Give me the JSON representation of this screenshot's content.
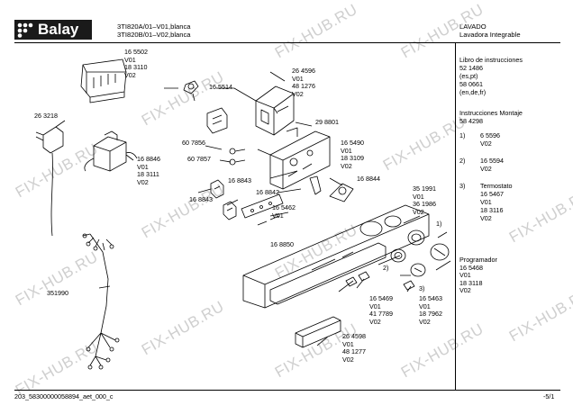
{
  "header": {
    "brand": "Balay",
    "models": [
      "3TI820A/01–V01,blanca",
      "3TI820B/01–V02,blanca"
    ],
    "category": [
      "LAVADO",
      "Lavadora Integrable"
    ]
  },
  "watermark": "FIX-HUB.RU",
  "sidebar": [
    {
      "title": "Libro de instrucciones",
      "lines": [
        "52 1486",
        "(es,pt)",
        "58 0661",
        "(en,de,fr)"
      ]
    },
    {
      "title": "Instrucciones Montaje",
      "lines": [
        "58 4298"
      ]
    },
    {
      "title": "1)",
      "lines": [
        "6 5596",
        "V02"
      ]
    },
    {
      "title": "2)",
      "lines": [
        "16 5594",
        "V02"
      ]
    },
    {
      "title": "3)",
      "lines": [
        "Termostato",
        "16 5467",
        "V01",
        "18 3116",
        "V02"
      ]
    }
  ],
  "programador": [
    "Programador",
    "16 5468",
    "V01",
    "18 3118",
    "V02"
  ],
  "callouts": {
    "c1": [
      "16 5502",
      "V01",
      "18 3110",
      "V02"
    ],
    "c2": [
      "26 4596",
      "V01",
      "48 1276",
      "V02"
    ],
    "c3": [
      "16 5514"
    ],
    "c4": [
      "26 3218"
    ],
    "c5": [
      "29 8801"
    ],
    "c6": [
      "60 7856"
    ],
    "c7": [
      "60 7857"
    ],
    "c8": [
      "16 8846",
      "V01",
      "18 3111",
      "V02"
    ],
    "c9": [
      "16 5490",
      "V01",
      "18 3109",
      "V02"
    ],
    "c10": [
      "16 8843"
    ],
    "c11": [
      "16 8842"
    ],
    "c12": [
      "16 8844"
    ],
    "c13": [
      "16 8843"
    ],
    "c14": [
      "16 5462",
      "V01"
    ],
    "c15": [
      "16 8850"
    ],
    "c16": [
      "35 1991",
      "V01",
      "36 1986",
      "V02"
    ],
    "c17": [
      "351990"
    ],
    "c18": [
      "16 5469",
      "V01",
      "41 7789",
      "V02"
    ],
    "c19": [
      "16 5463",
      "V01",
      "18 7962",
      "V02"
    ],
    "c20": [
      "26 4598",
      "V01",
      "48 1277",
      "V02"
    ]
  },
  "markers": {
    "m1": "1)",
    "m2": "2)",
    "m3": "3)"
  },
  "footer": {
    "left": "203_58300000058894_aet_000_c",
    "right": "-5/1"
  }
}
